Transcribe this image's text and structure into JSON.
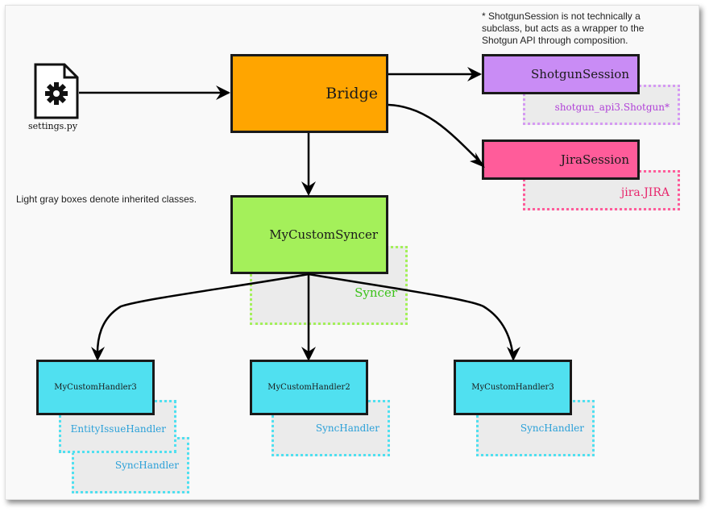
{
  "notes": {
    "inherited": "Light gray boxes denote inherited classes.",
    "shotgun_footnote": "* ShotgunSession is not technically a subclass, but acts as a wrapper to the Shotgun API through composition."
  },
  "colors": {
    "bridge": "#ffa500",
    "shotgun_session": "#c98cf5",
    "shotgun_parent_text": "#b040d8",
    "shotgun_parent_border": "#d59af3",
    "jira_session": "#ff5c9a",
    "jira_parent_text": "#e8266c",
    "jira_parent_border": "#ff5c9a",
    "syncer": "#a4f05a",
    "syncer_parent_text": "#3cc21a",
    "syncer_parent_border": "#a4f05a",
    "handler": "#50e0f0",
    "handler_parent_text": "#2aa0d8",
    "handler_parent_border": "#50e0f0",
    "edge": "#000000"
  },
  "settings_file": {
    "icon": "gear-file-icon",
    "label": "settings.py"
  },
  "nodes": {
    "bridge": {
      "label": "Bridge"
    },
    "shotgun_session": {
      "label": "ShotgunSession",
      "parent": "shotgun_api3.Shotgun*"
    },
    "jira_session": {
      "label": "JiraSession",
      "parent": "jira.JIRA"
    },
    "syncer": {
      "label": "MyCustomSyncer",
      "parent": "Syncer"
    },
    "handler_left": {
      "label": "MyCustomHandler3",
      "parents": [
        "EntityIssueHandler",
        "SyncHandler"
      ]
    },
    "handler_mid": {
      "label": "MyCustomHandler2",
      "parent": "SyncHandler"
    },
    "handler_right": {
      "label": "MyCustomHandler3",
      "parent": "SyncHandler"
    }
  },
  "edges": [
    {
      "from": "settings.py",
      "to": "Bridge"
    },
    {
      "from": "Bridge",
      "to": "ShotgunSession"
    },
    {
      "from": "Bridge",
      "to": "JiraSession"
    },
    {
      "from": "Bridge",
      "to": "MyCustomSyncer"
    },
    {
      "from": "MyCustomSyncer",
      "to": "MyCustomHandler3 (left)"
    },
    {
      "from": "MyCustomSyncer",
      "to": "MyCustomHandler2"
    },
    {
      "from": "MyCustomSyncer",
      "to": "MyCustomHandler3 (right)"
    }
  ]
}
